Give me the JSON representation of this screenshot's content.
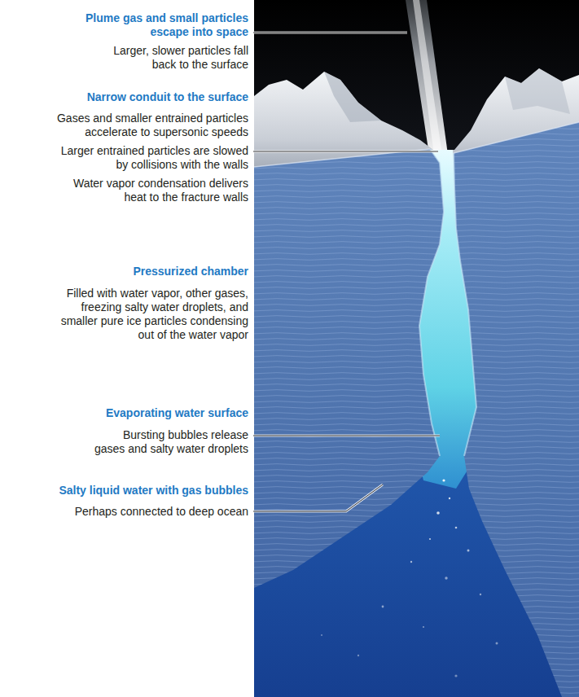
{
  "diagram": {
    "labels": [
      "Plume gas and small particles escape into space",
      "Larger, slower particles fall back to the surface",
      "Narrow conduit to the surface",
      "Gases and smaller entrained particles accelerate to supersonic speeds",
      "Larger entrained particles are slowed by collisions with the walls",
      "Water vapor condensation delivers heat to the fracture walls",
      "Pressurized chamber",
      "Filled with water vapor, other gases, freezing salty water droplets, and smaller pure ice particles condensing out of the water vapor",
      "Evaporating water surface",
      "Bursting bubbles release gases and salty water droplets",
      "Salty liquid water with gas bubbles",
      "Perhaps connected to deep ocean"
    ]
  }
}
